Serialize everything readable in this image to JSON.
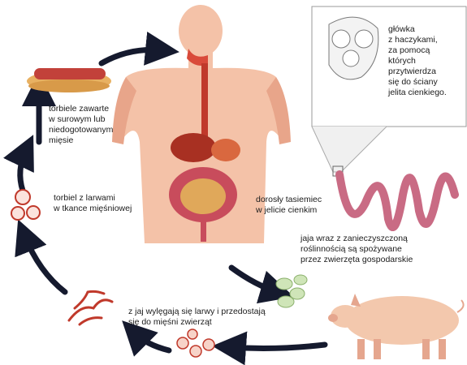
{
  "labels": {
    "tapeworm_head": "główka\nz haczykami,\nza pomocą\nktórych\nprzytwierdza\nsię do ściany\njelita cienkiego.",
    "cysts_in_meat": "torbiele zawarte\nw surowym lub\nniedogotowanym\nmięsie",
    "cysts_with_larvae": "torbiel z larwami\n w tkance mięśniowej",
    "adult_tapeworm": "dorosły tasiemiec\nw jelicie cienkim",
    "eggs_eaten": "jaja wraz z zanieczyszczoną\nroślinnością są spożywane\nprzez zwierzęta gospodarskie",
    "larvae_hatch": "z jaj wylęgają się larwy i przedostają\nsię do mięśni zwierząt"
  },
  "colors": {
    "skin": "#f4c2a8",
    "skin_shadow": "#e8a58a",
    "arrow": "#151a2e",
    "tapeworm": "#c96b84",
    "cyst_ring": "#c0392b",
    "egg": "#cfe5b8",
    "pig": "#f3c8ad"
  }
}
